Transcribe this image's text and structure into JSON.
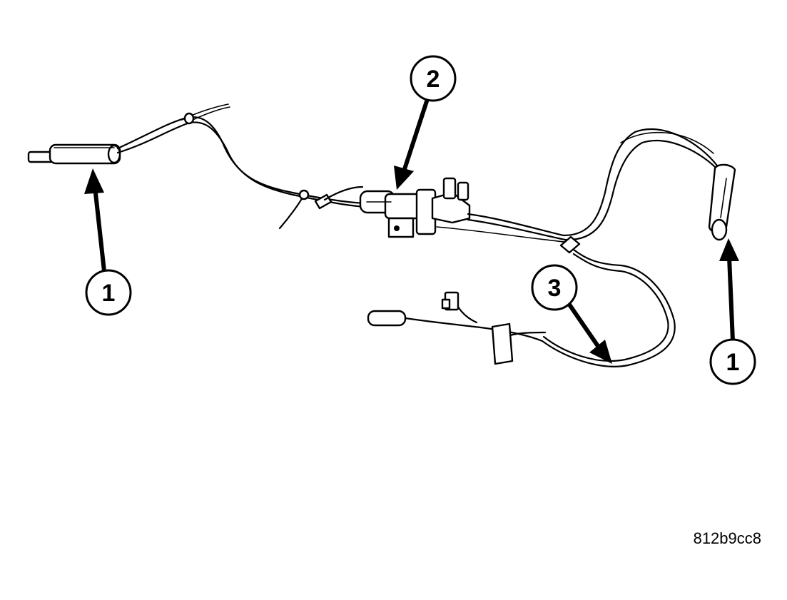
{
  "callouts": {
    "c1_left": "1",
    "c2": "2",
    "c3": "3",
    "c1_right": "1"
  },
  "reference_code": "812b9cc8",
  "colors": {
    "line": "#000000",
    "background": "#ffffff"
  }
}
